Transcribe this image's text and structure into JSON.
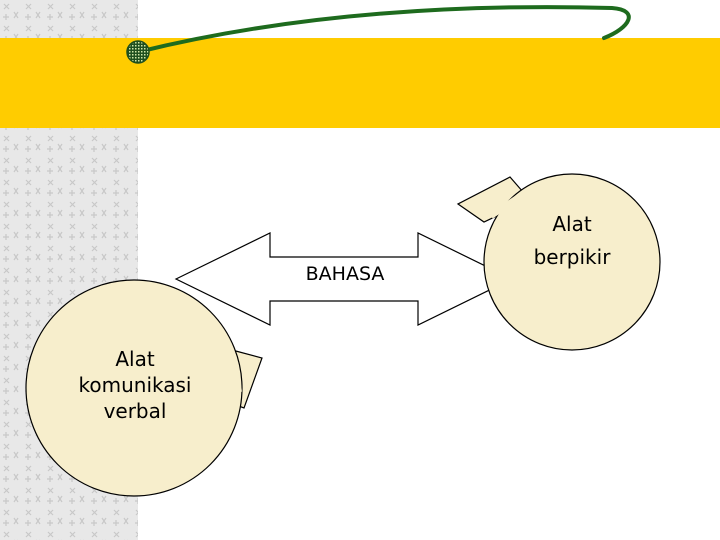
{
  "colors": {
    "banner": "#ffcc00",
    "swoosh": "#1e6b1e",
    "bubble_fill": "#f7eecc",
    "stroke": "#000000",
    "pattern_bg": "#e8e8e8",
    "pattern_mark": "#c8c8c8"
  },
  "icons": {
    "banner_ornament": "globe-icon"
  },
  "diagram": {
    "center_label": "BAHASA",
    "bubble_right": "Alat\nberpikir",
    "bubble_left": "Alat\nkomunikasi\nverbal"
  }
}
